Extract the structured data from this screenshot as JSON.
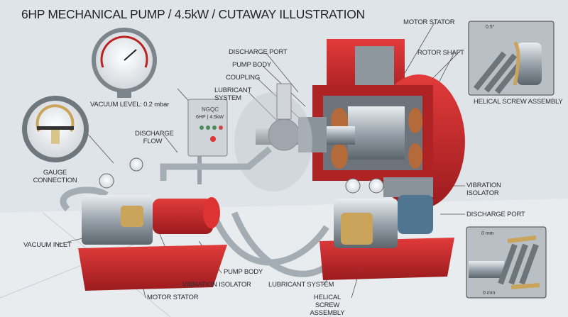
{
  "title": "6HP MECHANICAL PUMP / 4.5kW / CUTAWAY ILLUSTRATION",
  "colors": {
    "background": "#dfe4e8",
    "housing_red": "#c8262a",
    "steel": "#9aa3ab",
    "copper": "#b56a3a",
    "brass": "#c9a45a"
  },
  "labels": {
    "vacuum_level": "VACUUM LEVEL: 0.2 mbar",
    "gauge_connection": "GAUGE CONNECTION",
    "discharge_flow": "DISCHARGE FLOW",
    "discharge_port_top": "DISCHARGE PORT",
    "pump_body_top": "PUMP BODY",
    "coupling": "COUPLING",
    "lubricant_system_top": "LUBRICANT SYSTEM",
    "motor_stator_top": "MOTOR STATOR",
    "rotor_shaft": "ROTOR SHAFT",
    "helical_screw_assembly_top": "HELICAL SCREW ASSEMBLY",
    "vibration_isolator_right": "VIBRATION ISOLATOR",
    "discharge_port_right": "DISCHARGE PORT",
    "vacuum_inlet": "VACUUM INLET",
    "pump_body_bottom": "PUMP BODY",
    "vibration_isolator_bottom": "VIBRATION ISOLATOR",
    "motor_stator_bottom": "MOTOR STATOR",
    "lubricant_system_bottom": "LUBRICANT SYSTEM",
    "helical_screw_assembly_bottom": "HELICAL SCREW ASSEMBLY"
  },
  "control_box": {
    "brand": "NGQC",
    "rating": "6HP | 4.5kW"
  },
  "insets": {
    "top_dimension": "0.5\"",
    "bottom_dimension_1": "0 mm",
    "bottom_dimension_2": "0 mm"
  }
}
